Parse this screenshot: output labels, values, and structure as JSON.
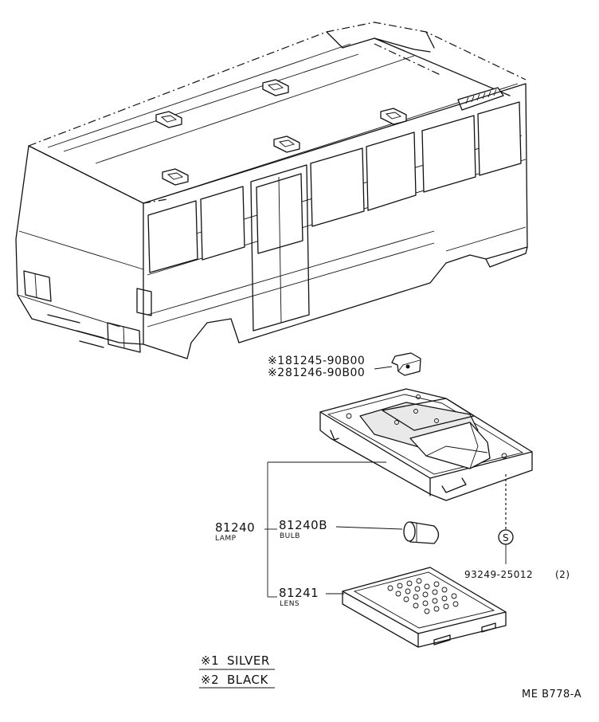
{
  "clip_parts": [
    {
      "marker": "※1",
      "part_no": "81245-90B00"
    },
    {
      "marker": "※2",
      "part_no": "81246-90B00"
    }
  ],
  "lamp": {
    "part_no": "81240",
    "label": "LAMP"
  },
  "bulb": {
    "part_no": "81240B",
    "label": "BULB"
  },
  "lens": {
    "part_no": "81241",
    "label": "LENS"
  },
  "screw": {
    "symbol": "S",
    "part_no": "93249-25012",
    "qty": "(2)"
  },
  "legend": [
    {
      "marker": "※1",
      "text": "SILVER"
    },
    {
      "marker": "※2",
      "text": "BLACK"
    }
  ],
  "diagram_ref": "ME B778-A"
}
